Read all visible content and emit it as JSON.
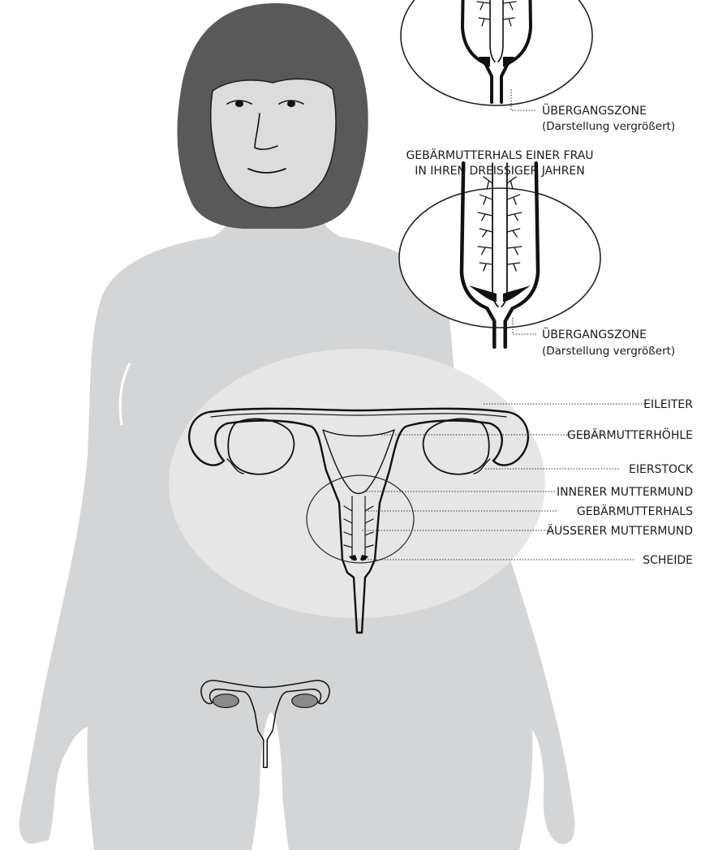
{
  "top_detail": {
    "zone_label": "ÜBERGANGSZONE",
    "zone_note": "(Darstellung vergrößert)"
  },
  "middle_detail": {
    "caption_line1": "GEBÄRMUTTERHALS EINER FRAU",
    "caption_line2": "IN IHREN DREISSIGER JAHREN",
    "zone_label": "ÜBERGANGSZONE",
    "zone_note": "(Darstellung vergrößert)"
  },
  "anatomy_labels": {
    "eileiter": "EILEITER",
    "gebaermutterhoehle": "GEBÄRMUTTERHÖHLE",
    "eierstock": "EIERSTOCK",
    "innerer_muttermund": "INNERER MUTTERMUND",
    "gebaermutterhals": "GEBÄRMUTTERHALS",
    "aeusserer_muttermund": "ÄUSSERER MUTTERMUND",
    "scheide": "SCHEIDE"
  },
  "colors": {
    "body": "#d4d5d6",
    "hair": "#595959",
    "face": "#dcdcdc",
    "zoom_bubble": "#e6e6e6",
    "ovary": "#8a8a8a",
    "ink": "#111111"
  }
}
